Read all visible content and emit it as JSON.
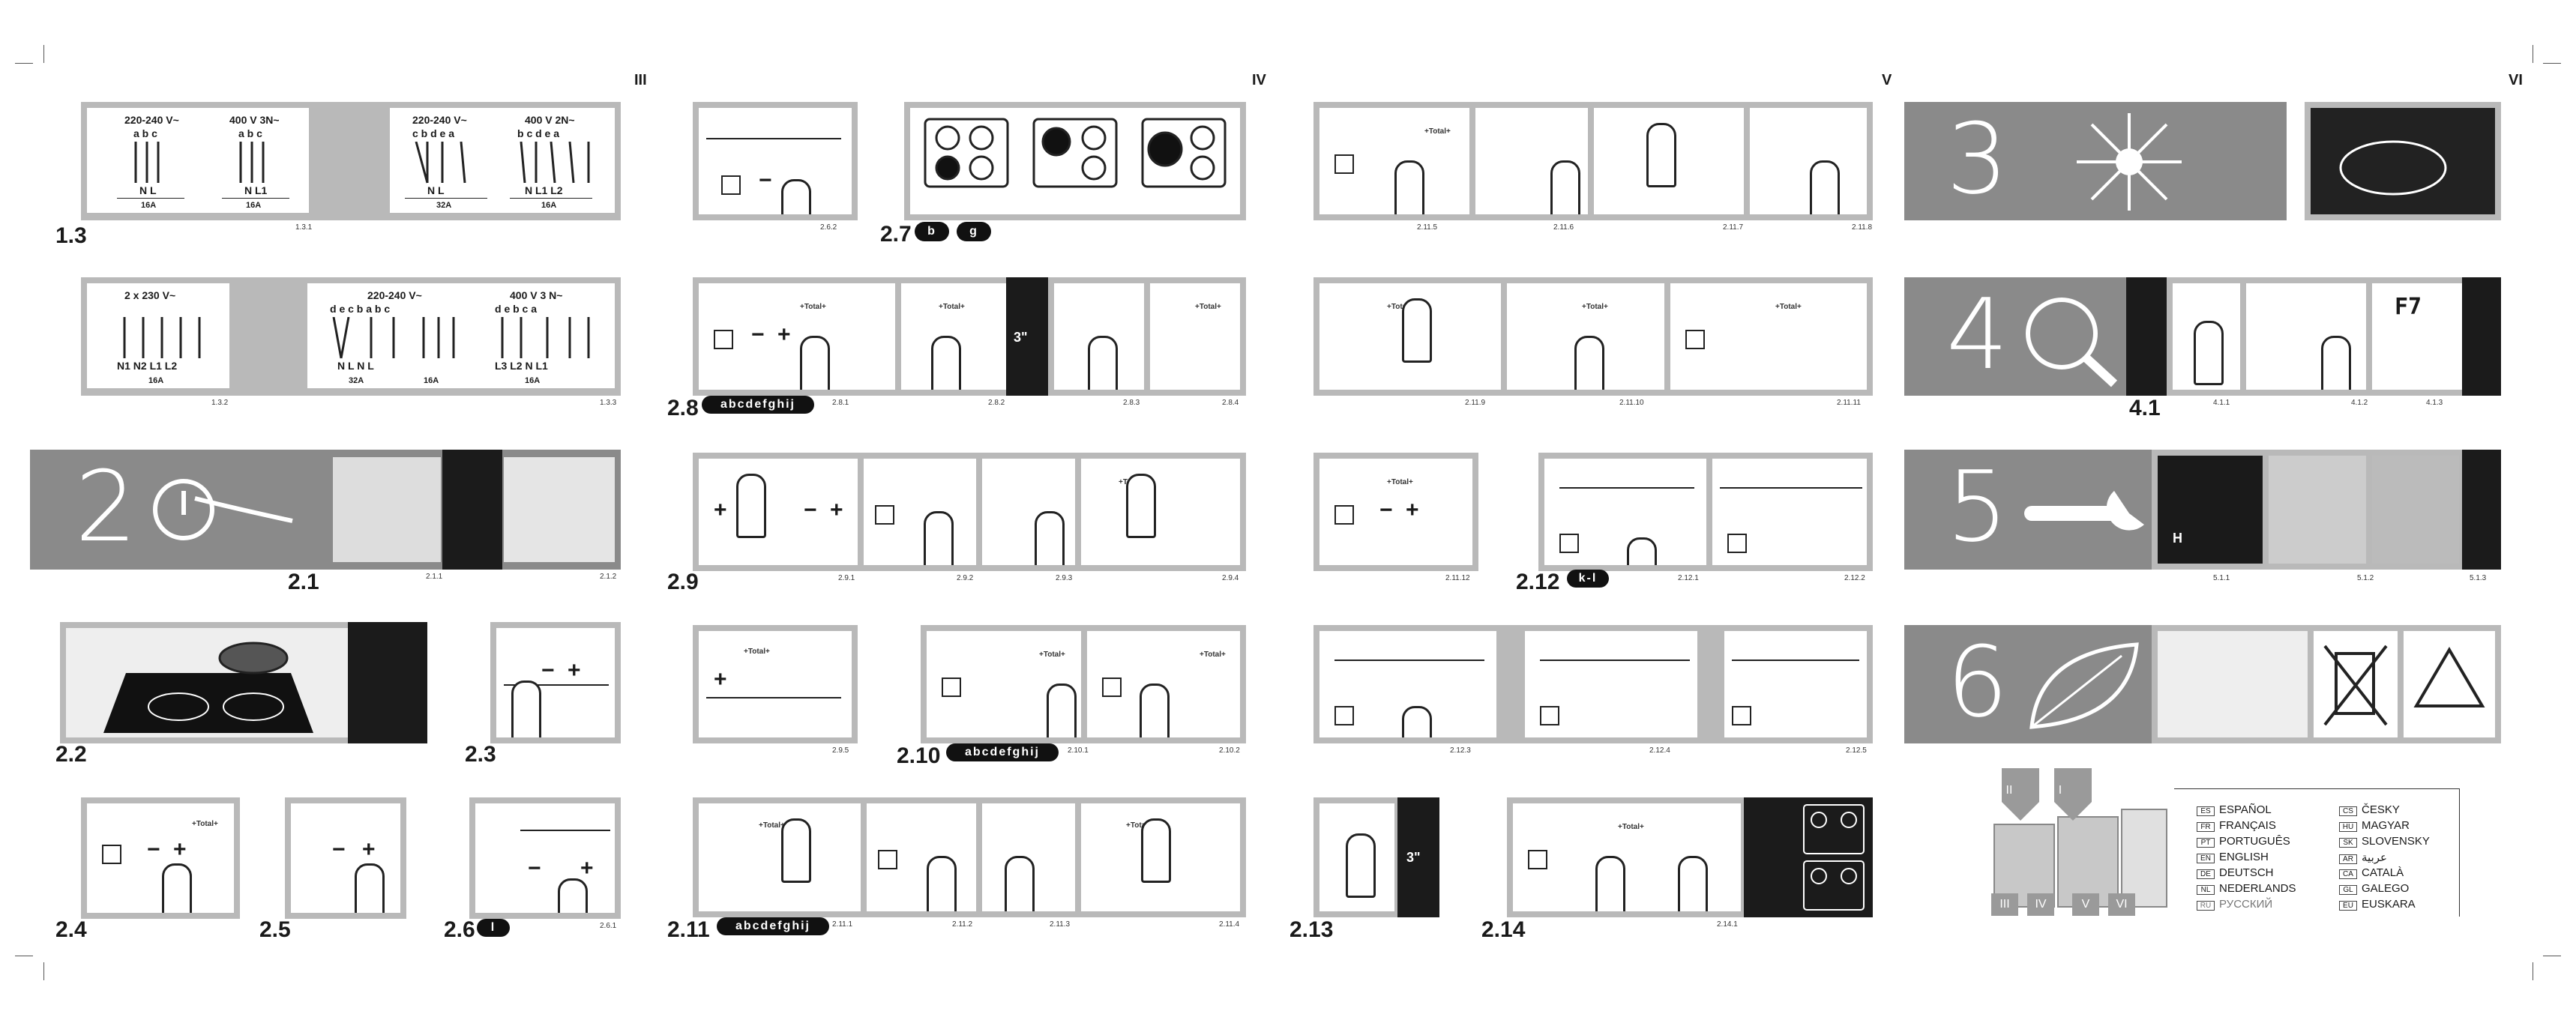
{
  "pages": [
    "III",
    "IV",
    "V",
    "VI"
  ],
  "wiring": {
    "voltages": [
      "220-240 V~",
      "400 V 3N~",
      "220-240 V~",
      "400 V 2N~",
      "2 x 230 V~",
      "220-240 V~",
      "400 V 3 N~"
    ],
    "letters_1": "a b c",
    "letters_2": "c b d e a",
    "letters_3": "b c d e a",
    "letters_4": "d e c b a b c",
    "letters_5": "d e b c a",
    "bottom_1": "N L",
    "bottom_2": "N L1",
    "bottom_3": "N L",
    "bottom_4": "N L1 L2",
    "bottom_5": "N1 N2 L1 L2",
    "bottom_6": "N L N L",
    "bottom_7": "L3 L2 N L1",
    "amps": [
      "16A",
      "16A",
      "32A",
      "16A",
      "16A",
      "32A",
      "16A",
      "16A"
    ]
  },
  "steps": {
    "s13": "1.3",
    "s21": "2.1",
    "s22": "2.2",
    "s23": "2.3",
    "s24": "2.4",
    "s25": "2.5",
    "s26": "2.6",
    "s27": "2.7",
    "s28": "2.8",
    "s29": "2.9",
    "s210": "2.10",
    "s211": "2.11",
    "s212": "2.12",
    "s213": "2.13",
    "s214": "2.14",
    "s41": "4.1"
  },
  "substeps": {
    "a131": "1.3.1",
    "a132": "1.3.2",
    "a133": "1.3.3",
    "a211": "2.1.1",
    "a212": "2.1.2",
    "a261": "2.6.1",
    "a262": "2.6.2",
    "a281": "2.8.1",
    "a282": "2.8.2",
    "a283": "2.8.3",
    "a284": "2.8.4",
    "a291": "2.9.1",
    "a292": "2.9.2",
    "a293": "2.9.3",
    "a294": "2.9.4",
    "a295": "2.9.5",
    "a2101": "2.10.1",
    "a2102": "2.10.2",
    "a2111": "2.11.1",
    "a2112": "2.11.2",
    "a2113": "2.11.3",
    "a2114": "2.11.4",
    "a2115": "2.11.5",
    "a2116": "2.11.6",
    "a2117": "2.11.7",
    "a2118": "2.11.8",
    "a2119": "2.11.9",
    "a21110": "2.11.10",
    "a21111": "2.11.11",
    "a21112": "2.11.12",
    "a2121": "2.12.1",
    "a2122": "2.12.2",
    "a2123": "2.12.3",
    "a2124": "2.12.4",
    "a2125": "2.12.5",
    "a2141": "2.14.1",
    "a411": "4.1.1",
    "a412": "4.1.2",
    "a413": "4.1.3",
    "a511": "5.1.1",
    "a512": "5.1.2",
    "a513": "5.1.3"
  },
  "pills": {
    "b": "b",
    "g": "g",
    "abc": "abcdefghij",
    "l": "l",
    "kl": "k-l"
  },
  "timer": "3\"",
  "total": "+Total+",
  "f7": "F7",
  "h_display": "H",
  "sections": {
    "s2": "2",
    "s3": "3",
    "s4": "4",
    "s5": "5",
    "s6": "6"
  },
  "languages_left": [
    {
      "code": "ES",
      "name": "ESPAÑOL"
    },
    {
      "code": "FR",
      "name": "FRANÇAIS"
    },
    {
      "code": "PT",
      "name": "PORTUGUÊS"
    },
    {
      "code": "EN",
      "name": "ENGLISH"
    },
    {
      "code": "DE",
      "name": "DEUTSCH"
    },
    {
      "code": "NL",
      "name": "NEDERLANDS"
    },
    {
      "code": "RU",
      "name": "РУССКИЙ"
    }
  ],
  "languages_right": [
    {
      "code": "CS",
      "name": "ČESKY"
    },
    {
      "code": "HU",
      "name": "MAGYAR"
    },
    {
      "code": "SK",
      "name": "SLOVENSKY"
    },
    {
      "code": "AR",
      "name": "عربية"
    },
    {
      "code": "CA",
      "name": "CATALÀ"
    },
    {
      "code": "GL",
      "name": "GALEGO"
    },
    {
      "code": "EU",
      "name": "EUSKARA"
    }
  ],
  "fold_tabs": [
    "II",
    "I",
    "III",
    "IV",
    "V",
    "VI"
  ],
  "colors": {
    "gray_band": "#8a8a8a",
    "frame": "#b9b9b9",
    "dark": "#1b1b1b"
  }
}
